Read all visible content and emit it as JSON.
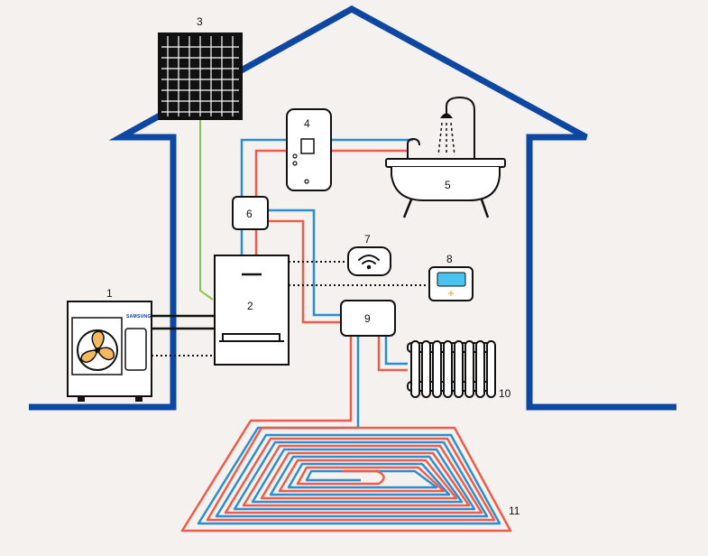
{
  "labels": {
    "heat_pump": "1",
    "indoor_unit": "2",
    "solar_panel": "3",
    "water_tank": "4",
    "bathtub": "5",
    "valve": "6",
    "wifi": "7",
    "controller": "8",
    "distributor": "9",
    "radiator": "10",
    "floor_heating": "11"
  },
  "brand": "SAMSUNG",
  "colors": {
    "background": "#f5f1ee",
    "house": "#0d47a1",
    "hot_pipe": "#ef5b4b",
    "cold_pipe": "#2a8fd1",
    "solar_cable": "#8fc35a",
    "fan": "#f4b860",
    "screen": "#4ac3f0"
  },
  "icons": [
    "fan-icon",
    "wifi-icon",
    "shower-icon",
    "dpad-icon"
  ]
}
